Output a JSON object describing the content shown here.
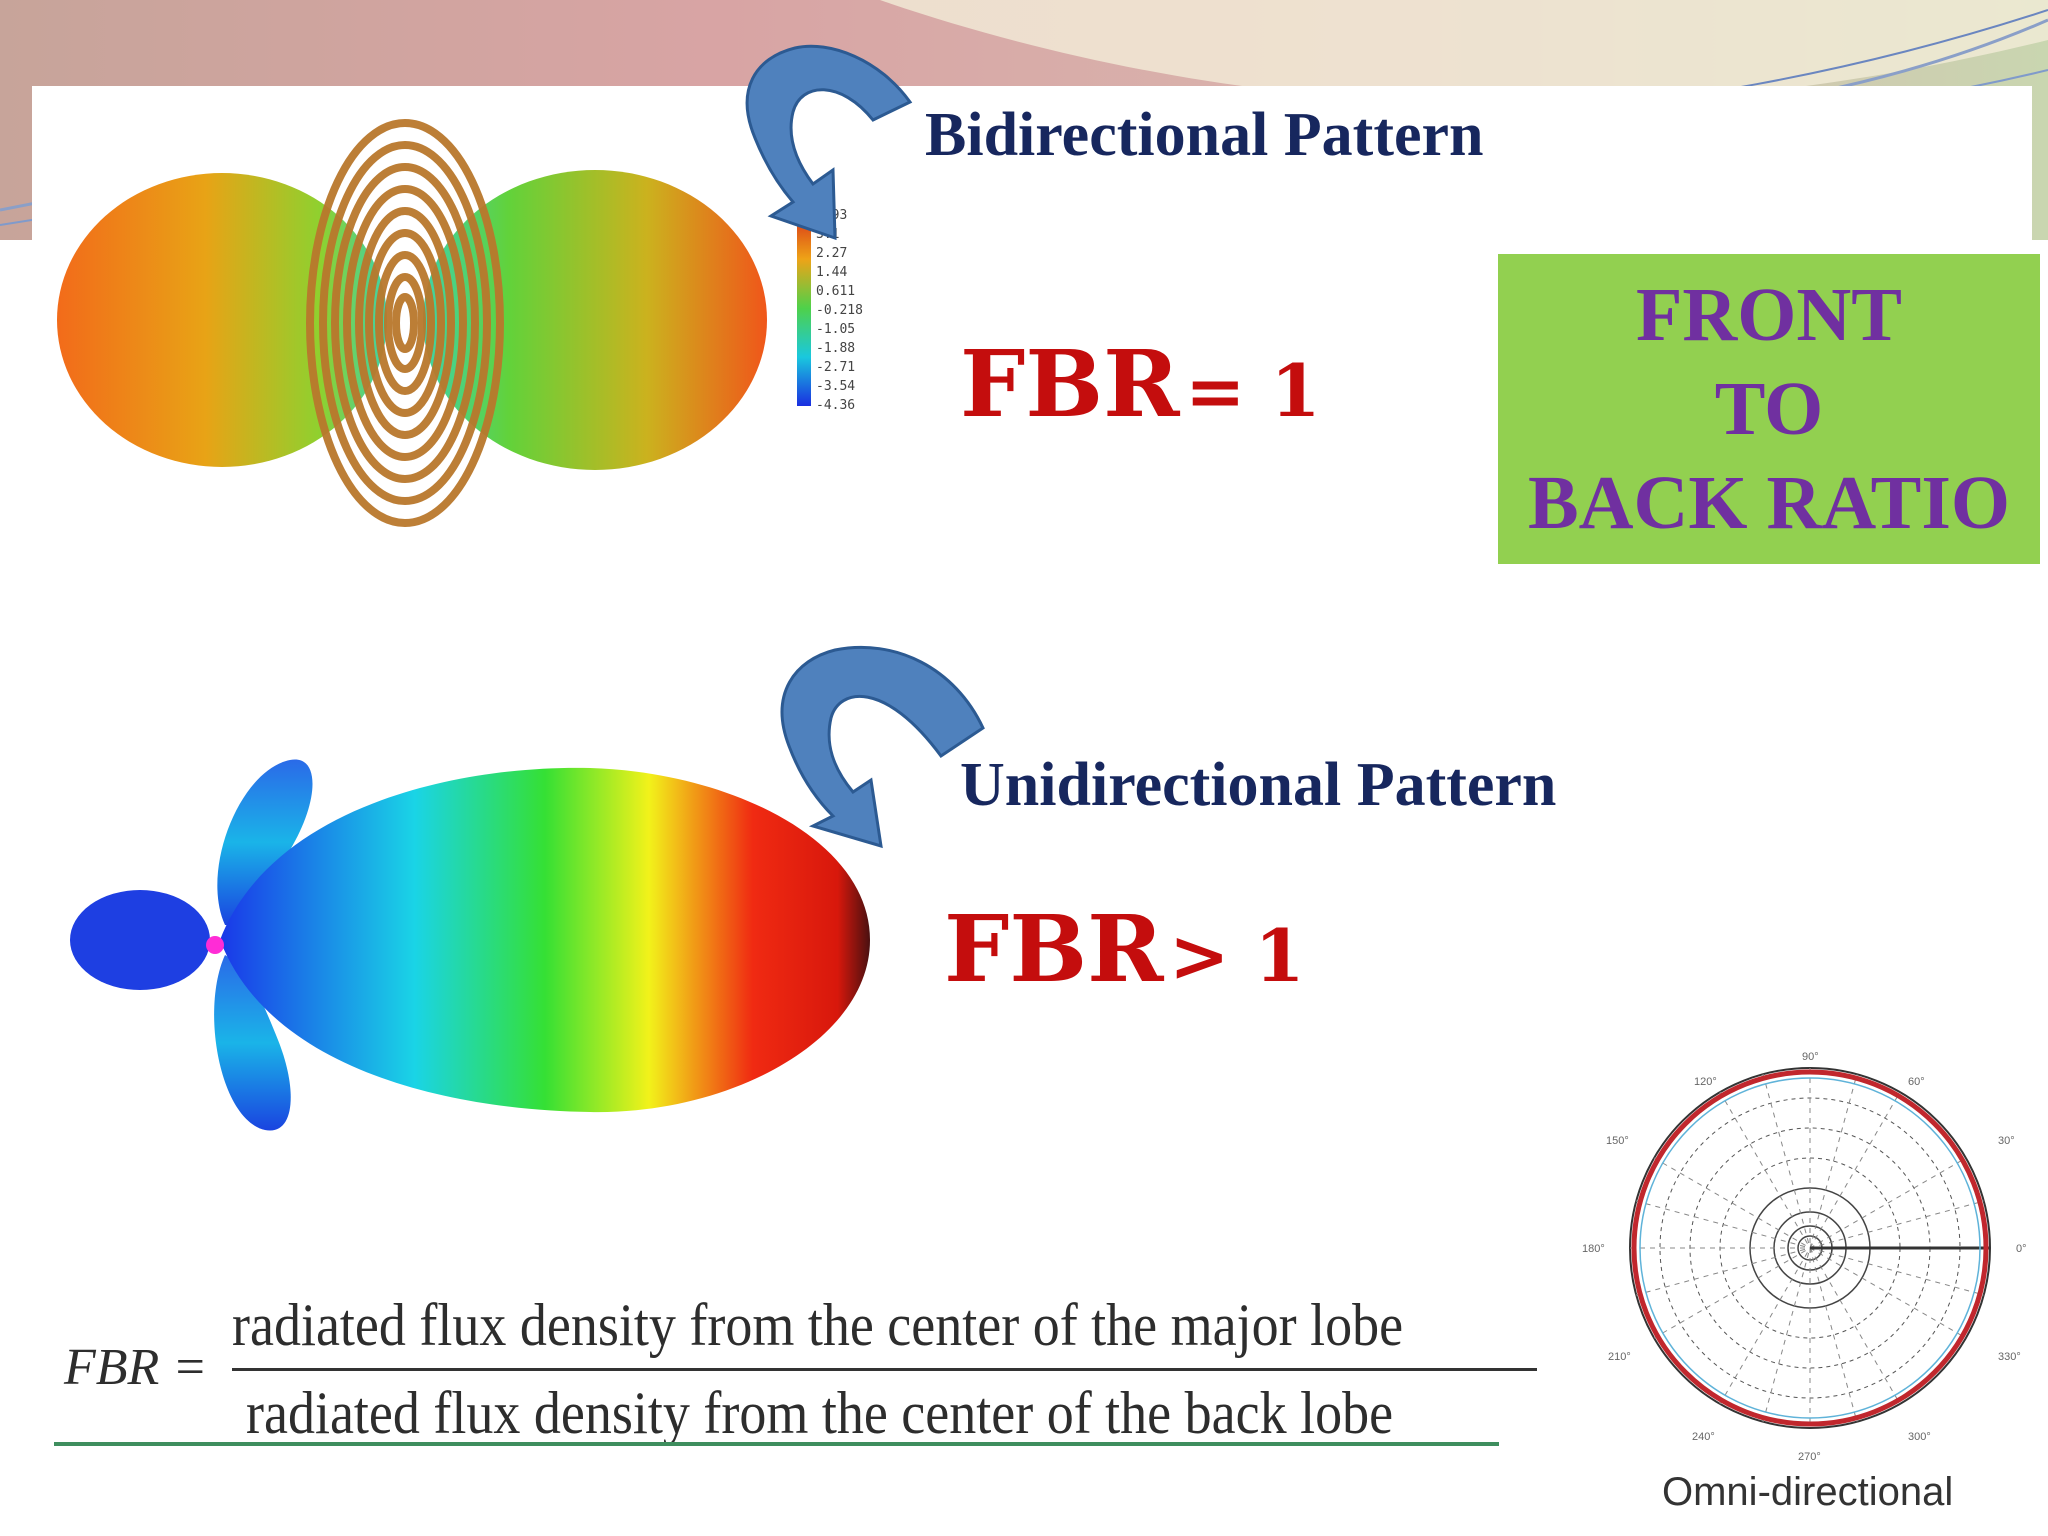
{
  "labels": {
    "bidirectional": "Bidirectional Pattern",
    "unidirectional": "Unidirectional Pattern",
    "fbr_equal_main": "FBR",
    "fbr_equal_rest": "= 1",
    "fbr_greater_main": "FBR",
    "fbr_greater_rest": "> 1",
    "omni": "Omni-directional"
  },
  "acronym_box": {
    "line1": "FRONT",
    "line2": "TO",
    "line3": "BACK RATIO"
  },
  "formula": {
    "lhs": "FBR =",
    "numerator": "radiated flux density from the center of the major lobe",
    "denominator": "radiated flux density from the center of the back lobe"
  },
  "color_scale": {
    "values": [
      "3.93",
      "3.1",
      "2.27",
      "1.44",
      "0.611",
      "-0.218",
      "-1.05",
      "-1.88",
      "-2.71",
      "-3.54",
      "-4.36"
    ]
  },
  "polar_plot": {
    "angle_labels": [
      "90°",
      "120°",
      "60°",
      "150°",
      "30°",
      "180°",
      "0°",
      "210°",
      "330°",
      "240°",
      "300°",
      "270°"
    ]
  },
  "colors": {
    "pattern_label": "#17275e",
    "fbr_red": "#c40d0d",
    "box_green": "#92d050",
    "box_text_purple": "#7030a0",
    "arrow_blue": "#4f81bd"
  },
  "icons": [
    "curved-arrow-icon",
    "curved-arrow-icon"
  ]
}
